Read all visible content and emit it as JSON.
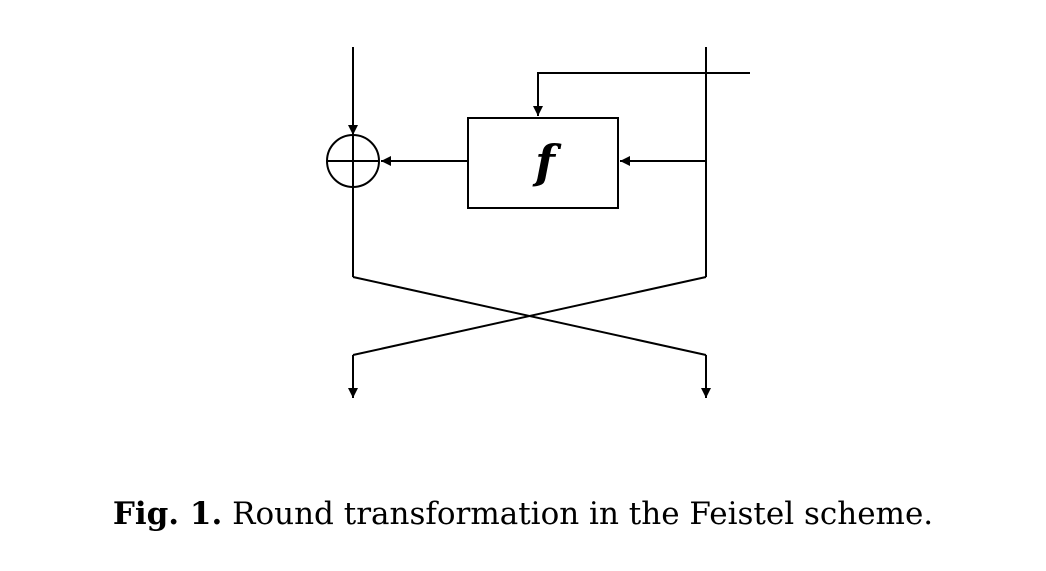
{
  "diagram": {
    "function_label": "f"
  },
  "caption": {
    "label": "Fig. 1.",
    "text": " Round transformation in the Feistel scheme."
  }
}
